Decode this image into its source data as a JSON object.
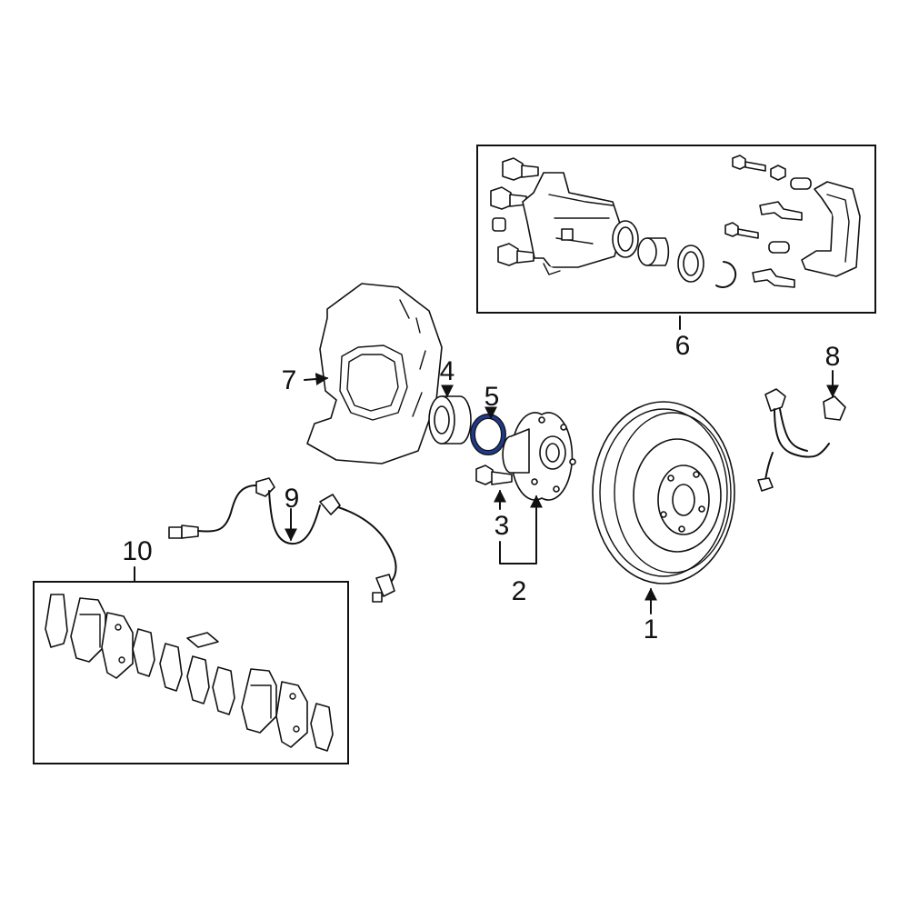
{
  "colors": {
    "line": "#111111",
    "background": "#ffffff",
    "highlight": "#1f3a8a"
  },
  "callouts": {
    "c1": "1",
    "c2": "2",
    "c3": "3",
    "c4": "4",
    "c5": "5",
    "c6": "6",
    "c7": "7",
    "c8": "8",
    "c9": "9",
    "c10": "10"
  }
}
